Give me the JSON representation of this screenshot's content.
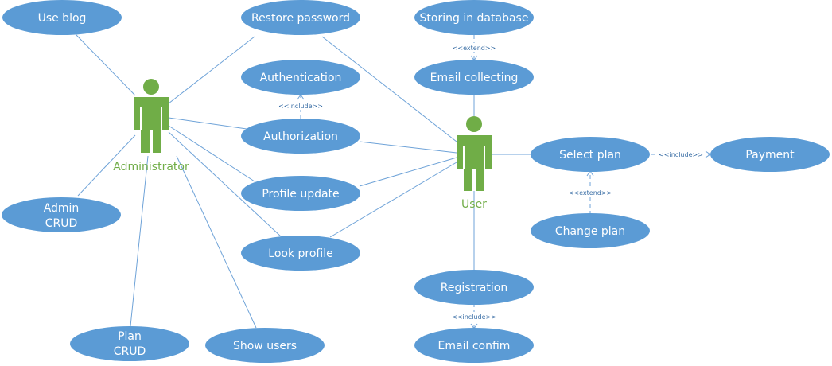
{
  "actors": {
    "administrator": "Administrator",
    "user": "User"
  },
  "use_cases": {
    "use_blog": "Use blog",
    "restore_password": "Restore password",
    "storing_in_database": "Storing in database",
    "authentication": "Authentication",
    "email_collecting": "Email collecting",
    "authorization": "Authorization",
    "select_plan": "Select plan",
    "payment": "Payment",
    "admin_crud": [
      "Admin",
      "CRUD"
    ],
    "profile_update": "Profile update",
    "change_plan": "Change plan",
    "look_profile": "Look profile",
    "registration": "Registration",
    "plan_crud": [
      "Plan",
      "CRUD"
    ],
    "show_users": "Show users",
    "email_confirm": "Email confim"
  },
  "relations": {
    "extend_email": "<<extend>>",
    "include_auth": "<<include>>",
    "include_payment": "<<include>>",
    "extend_change_plan": "<<extend>>",
    "include_registration": "<<include>>"
  },
  "colors": {
    "use_case_fill": "#5b9bd5",
    "actor": "#70ad47",
    "line": "#6fa3d8"
  }
}
